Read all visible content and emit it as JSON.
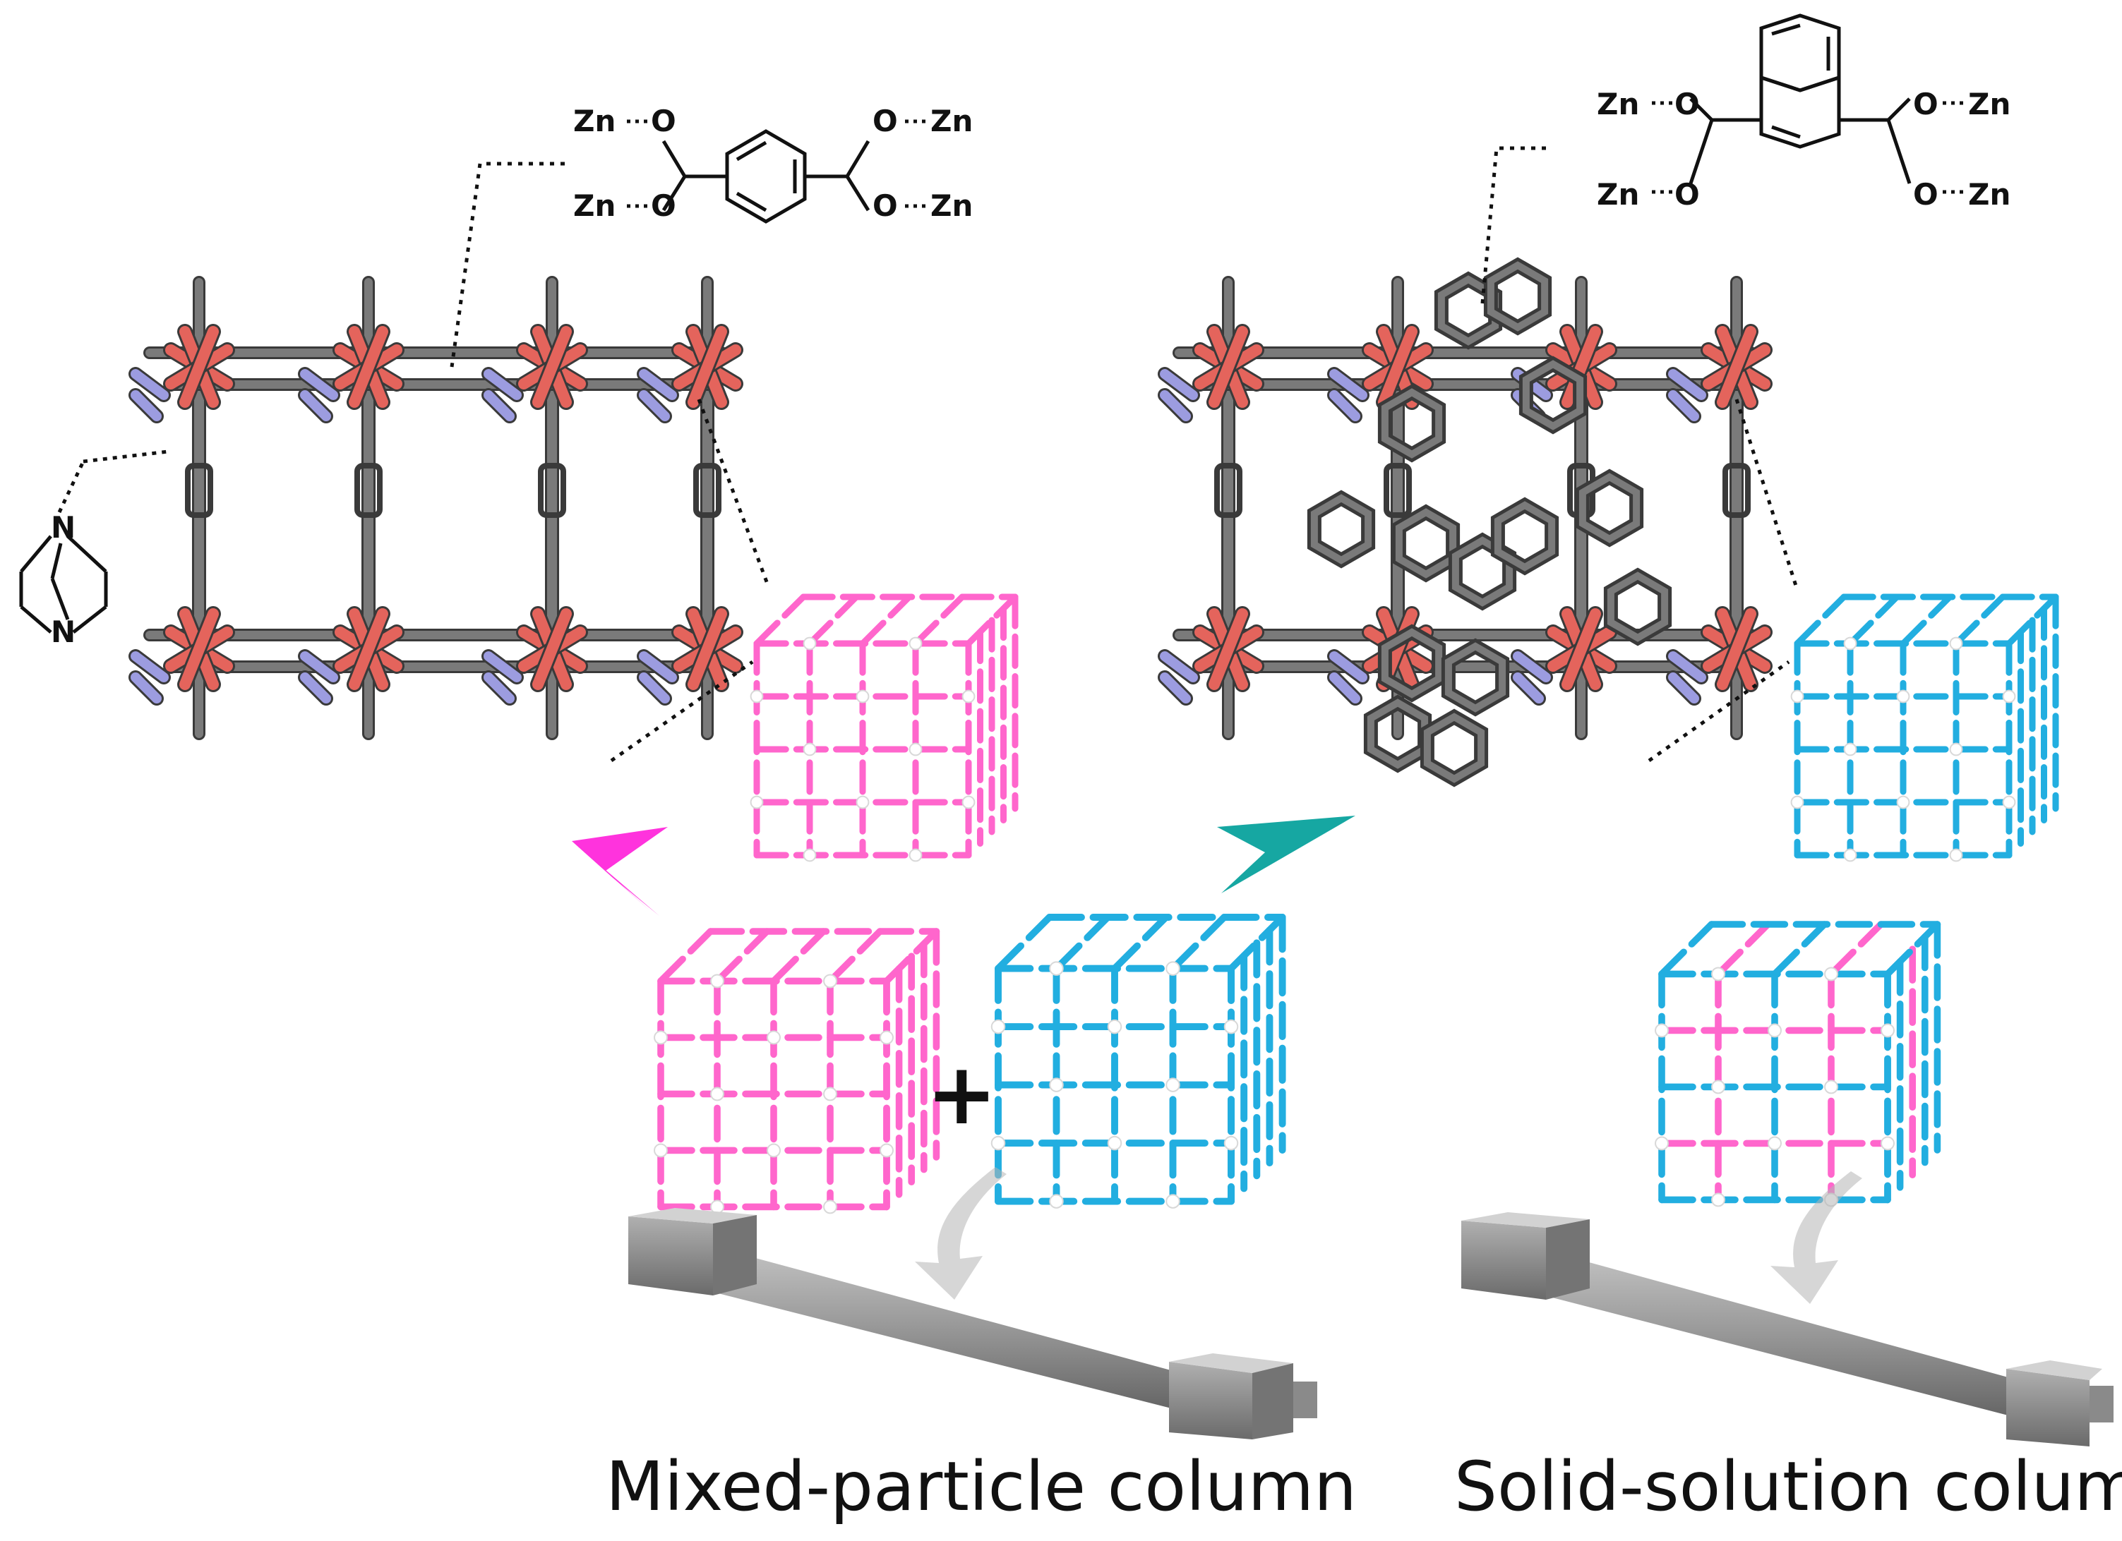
{
  "colors": {
    "mof1_cube": "#ff66cc",
    "mof2_cube": "#22aee0",
    "oxygen": "#e4645c",
    "nitrogen": "#9c9ce0",
    "carbon": "#7a7a7a",
    "arrow_magenta": "#ff33dd",
    "arrow_teal": "#16a7a2",
    "column": "#8c8c8c"
  },
  "linkers": {
    "terephthalate": {
      "zn_top_left": "Zn",
      "o_top_left": "O",
      "zn_bottom_left": "Zn",
      "o_bottom_left": "O",
      "o_top_right": "O",
      "zn_top_right": "Zn",
      "o_bottom_right": "O",
      "zn_bottom_right": "Zn"
    },
    "naphthalenedicarboxylate": {
      "zn_top_left": "Zn",
      "o_top_left": "O",
      "zn_bottom_left": "Zn",
      "o_bottom_left": "O",
      "o_top_right": "O",
      "zn_top_right": "Zn",
      "o_bottom_right": "O",
      "zn_bottom_right": "Zn"
    }
  },
  "dabco": {
    "n_top": "N",
    "n_bottom": "N"
  },
  "operator": "+",
  "captions": {
    "mixed": "Mixed-particle column",
    "solid": "Solid-solution column"
  },
  "icons": [
    "zn-o-coordination",
    "benzene-ring",
    "naphthalene-ring",
    "dabco-cage",
    "framework-cube",
    "arrow",
    "curved-arrow",
    "hplc-column"
  ]
}
